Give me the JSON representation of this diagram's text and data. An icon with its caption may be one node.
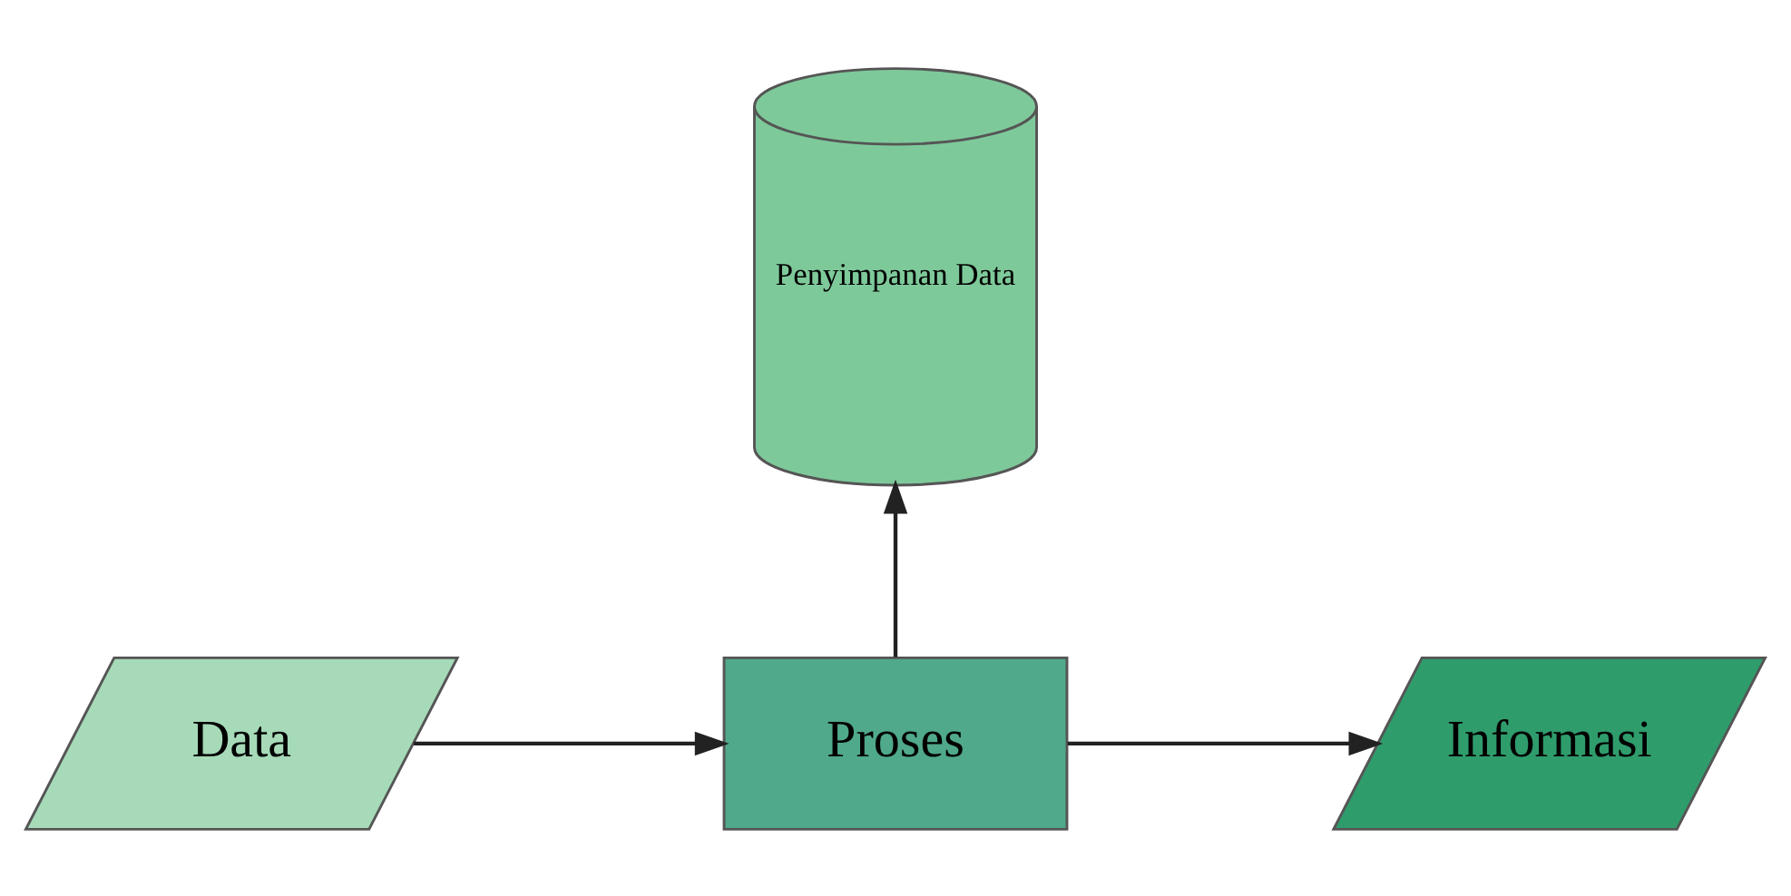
{
  "diagram": {
    "nodes": [
      {
        "text": [
          "Penyimpanan Data"
        ]
      },
      {
        "text": [
          "Data"
        ]
      },
      {
        "text": [
          "Proses"
        ]
      },
      {
        "text": [
          "Informasi"
        ]
      }
    ],
    "edges": [
      {
        "from": 1,
        "to": 2,
        "arrow": "to"
      },
      {
        "from": 2,
        "to": 3,
        "arrow": "to"
      },
      {
        "from": 2,
        "to": 0,
        "arrow": "to"
      }
    ]
  }
}
